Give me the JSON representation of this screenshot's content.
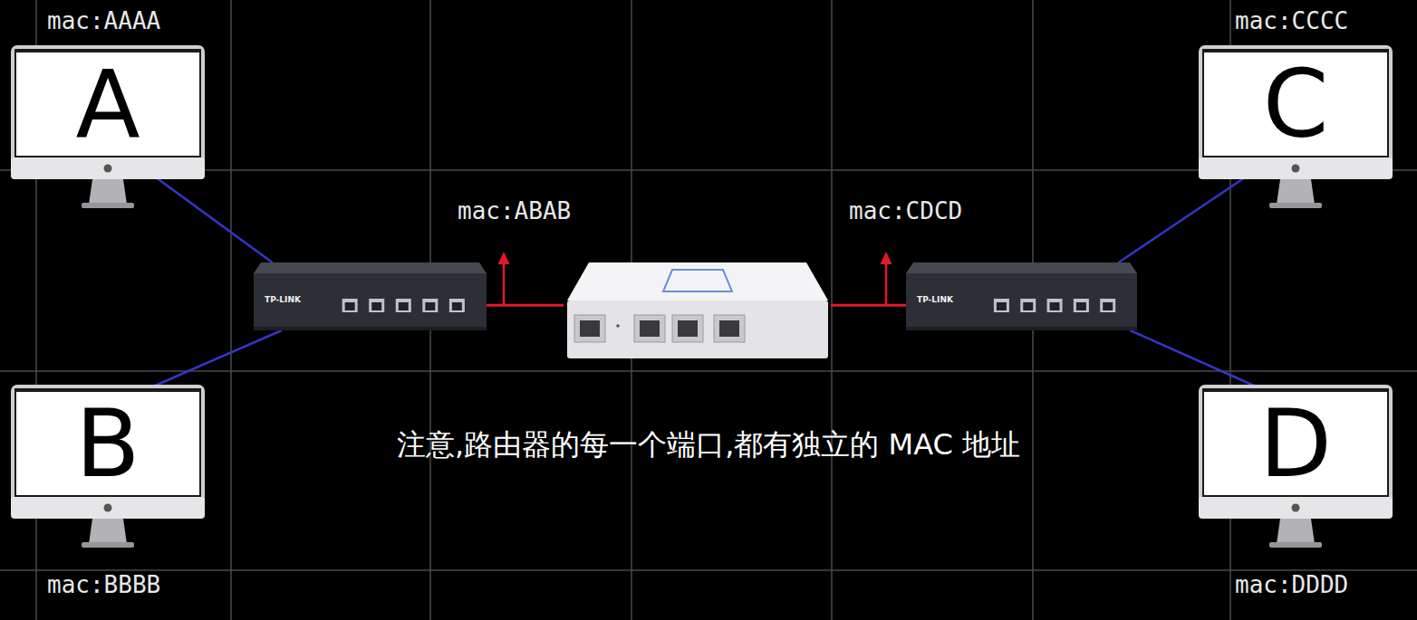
{
  "diagram": {
    "caption": "注意,路由器的每一个端口,都有独立的 MAC 地址",
    "nodes": [
      {
        "text": [
          "mac:AAAA",
          "A"
        ]
      },
      {
        "text": [
          "mac:CCCC",
          "C"
        ]
      },
      {
        "text": [
          "TP-LINK"
        ]
      },
      {
        "text": [
          "mac:ABAB",
          "mac:CDCD"
        ]
      },
      {
        "text": [
          "TP-LINK"
        ]
      },
      {
        "text": [
          "B",
          "mac:BBBB"
        ]
      },
      {
        "text": [
          "D",
          "mac:DDDD"
        ]
      }
    ],
    "edges": [
      {
        "from": 0,
        "to": 2,
        "arrow": "none"
      },
      {
        "from": 5,
        "to": 2,
        "arrow": "none"
      },
      {
        "from": 2,
        "to": 3,
        "arrow": "none"
      },
      {
        "from": 3,
        "to": 4,
        "arrow": "none"
      },
      {
        "from": 4,
        "to": 1,
        "arrow": "none"
      },
      {
        "from": 4,
        "to": 6,
        "arrow": "none"
      }
    ]
  }
}
